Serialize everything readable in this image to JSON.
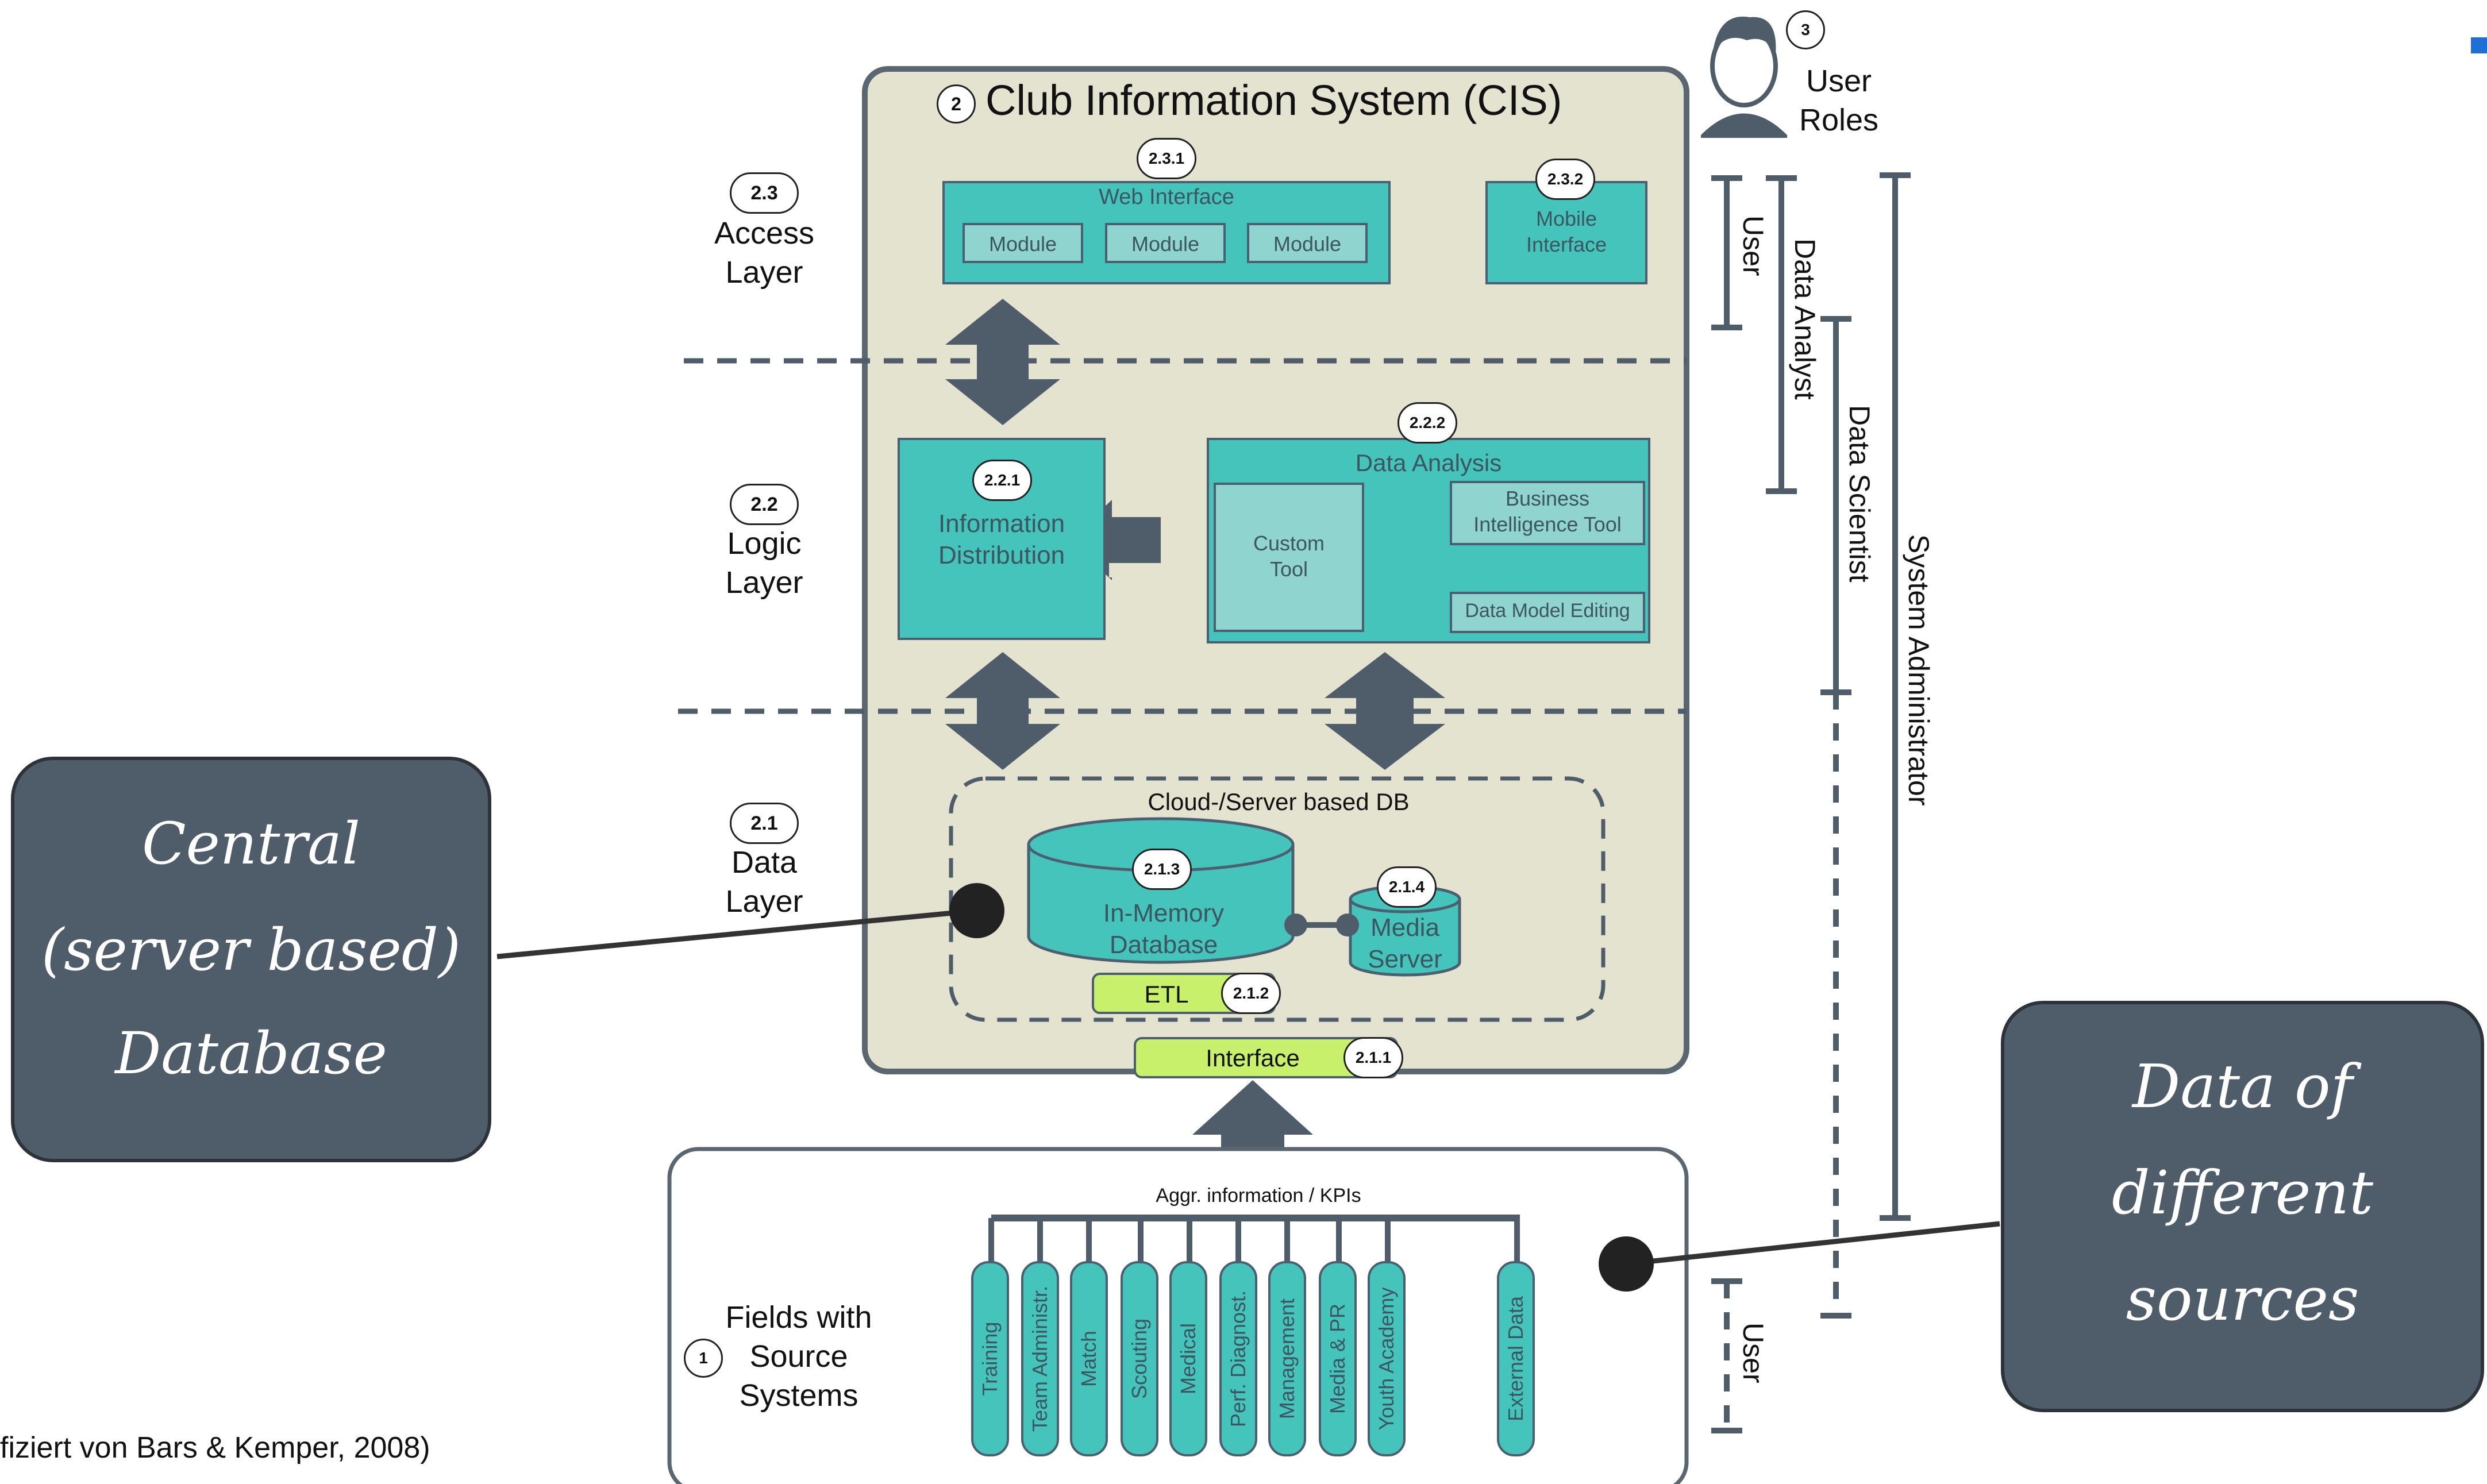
{
  "title": {
    "badge": "2",
    "text": "Club Information System (CIS)"
  },
  "user_roles": {
    "badge": "3",
    "line1": "User",
    "line2": "Roles"
  },
  "layers": {
    "access": {
      "badge": "2.3",
      "line1": "Access",
      "line2": "Layer"
    },
    "logic": {
      "badge": "2.2",
      "line1": "Logic",
      "line2": "Layer"
    },
    "data": {
      "badge": "2.1",
      "line1": "Data",
      "line2": "Layer"
    }
  },
  "web_interface": {
    "badge": "2.3.1",
    "title": "Web Interface",
    "modules": [
      "Module",
      "Module",
      "Module"
    ]
  },
  "mobile_interface": {
    "badge": "2.3.2",
    "line1": "Mobile",
    "line2": "Interface"
  },
  "info_distribution": {
    "badge": "2.2.1",
    "line1": "Information",
    "line2": "Distribution"
  },
  "data_analysis": {
    "badge": "2.2.2",
    "title": "Data Analysis",
    "custom_tool": {
      "line1": "Custom",
      "line2": "Tool"
    },
    "bi_tool": {
      "line1": "Business",
      "line2": "Intelligence Tool"
    },
    "data_model": "Data Model Editing"
  },
  "cloud_db": {
    "title": "Cloud-/Server based DB"
  },
  "in_memory_db": {
    "badge": "2.1.3",
    "line1": "In-Memory",
    "line2": "Database"
  },
  "media_server": {
    "badge": "2.1.4",
    "line1": "Media",
    "line2": "Server"
  },
  "etl": {
    "label": "ETL",
    "badge": "2.1.2"
  },
  "interface": {
    "label": "Interface",
    "badge": "2.1.1"
  },
  "source_systems": {
    "badge": "1",
    "line1": "Fields with",
    "line2": "Source",
    "line3": "Systems",
    "aggr_label": "Aggr. information / KPIs",
    "fields": [
      "Training",
      "Team Administr.",
      "Match",
      "Scouting",
      "Medical",
      "Perf. Diagnost.",
      "Management",
      "Media & PR",
      "Youth Academy",
      "External Data"
    ]
  },
  "roles": {
    "user_top": "User",
    "data_analyst": "Data Analyst",
    "data_scientist": "Data Scientist",
    "system_admin": "System Administrator",
    "user_bottom": "User"
  },
  "callouts": {
    "central_db": {
      "line1": "Central",
      "line2": "(server based)",
      "line3": "Database"
    },
    "data_sources": {
      "line1": "Data of",
      "line2": "different",
      "line3": "sources"
    }
  },
  "citation": "fiziert von Bars & Kemper, 2008)",
  "colors": {
    "teal": "#45c4bc",
    "teal_light": "#8fd4cf",
    "panel": "#e3e3d0",
    "slate": "#4f5d6a",
    "lime": "#c8f06a",
    "callout": "#4f5d6a"
  }
}
